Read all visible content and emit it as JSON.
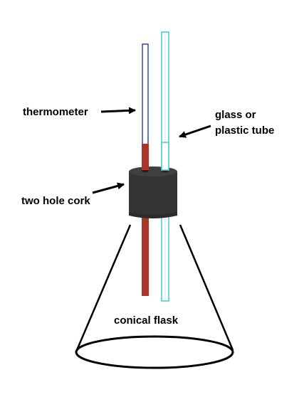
{
  "labels": {
    "thermometer": "thermometer",
    "tube_line1": "glass or",
    "tube_line2": "plastic tube",
    "cork": "two hole cork",
    "flask": "conical flask"
  },
  "colors": {
    "background": "#ffffff",
    "outline": "#000000",
    "thermometer_glass": "#1f3fa8",
    "mercury": "#a8372a",
    "tube": "#4fd0cc",
    "cork_body": "#333433",
    "cork_top": "#3f403f",
    "hole": "#222222"
  }
}
